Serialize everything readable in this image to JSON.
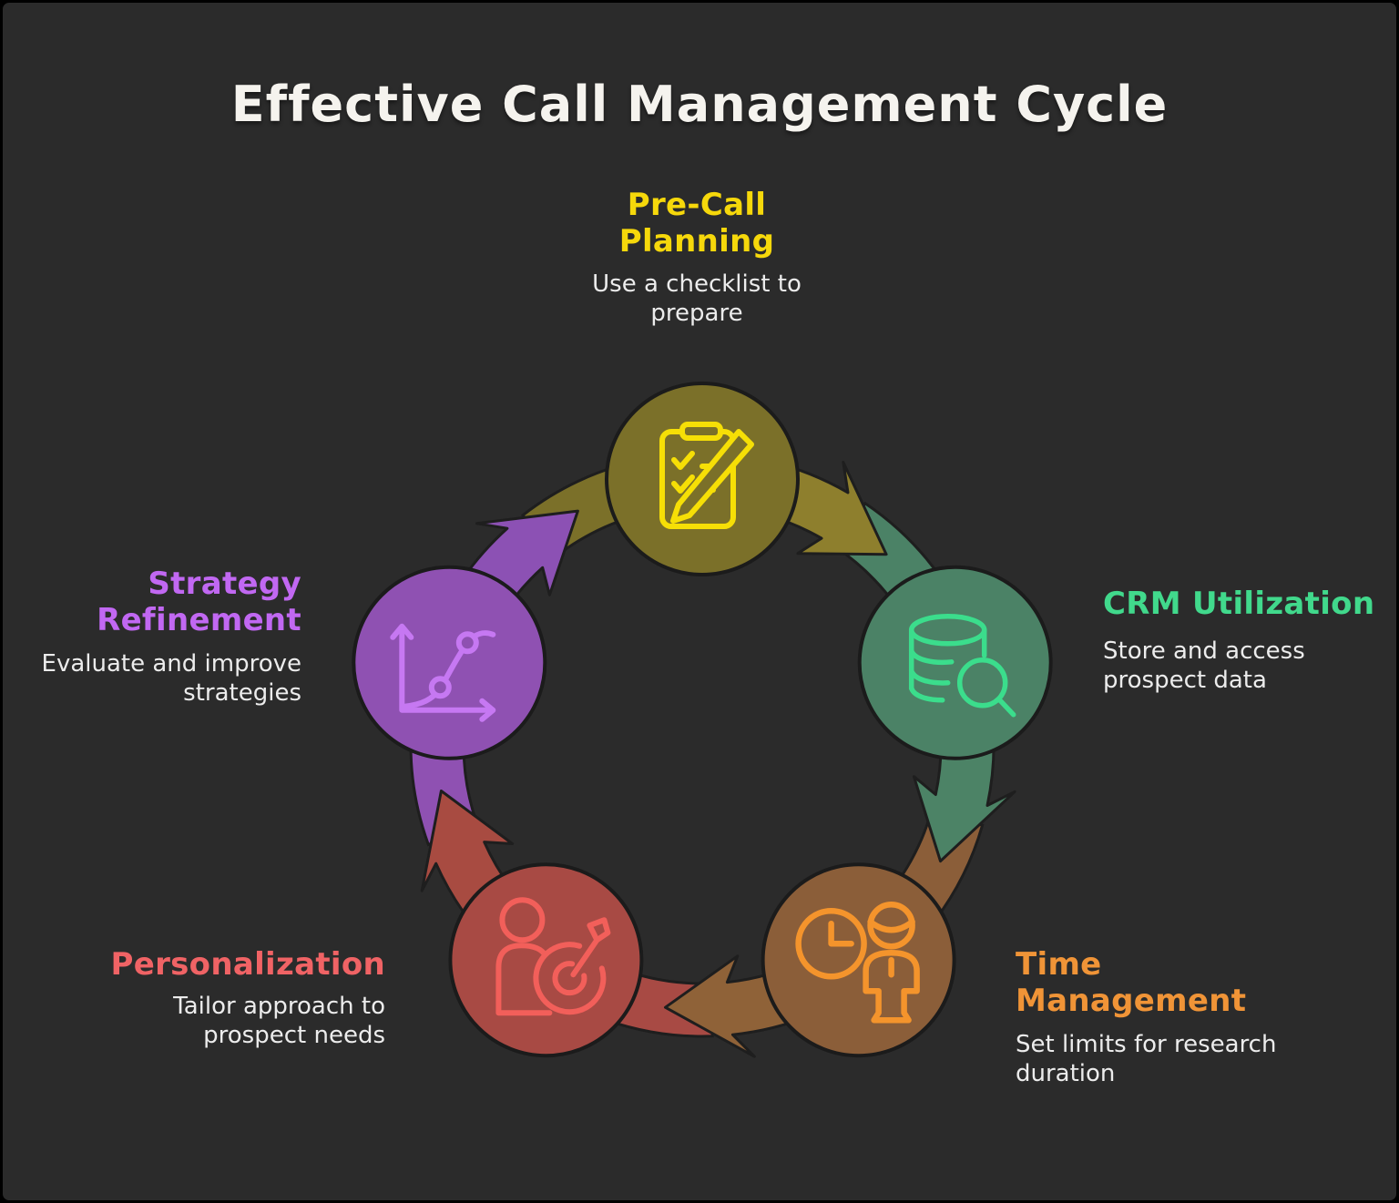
{
  "title": "Effective Call Management Cycle",
  "canvas": {
    "background": "#2B2B2B",
    "border": "#000000",
    "title_color": "#F5F3EE",
    "description_color": "#ECECEC",
    "flow_direction": "clockwise"
  },
  "nodes": [
    {
      "id": "pre-call-planning",
      "title": "Pre-Call\nPlanning",
      "description": "Use a checklist to\nprepare",
      "title_color": "#F6D80B",
      "circle_color": "#7B7029",
      "arrow_color": "#8E7F2D",
      "icon": "clipboard-checklist-icon",
      "icon_color": "#F6DF06"
    },
    {
      "id": "crm-utilization",
      "title": "CRM Utilization",
      "description": "Store and access\nprospect data",
      "title_color": "#41D98C",
      "circle_color": "#4B8266",
      "arrow_color": "#4C8366",
      "icon": "database-search-icon",
      "icon_color": "#3BDD8C"
    },
    {
      "id": "time-management",
      "title": "Time\nManagement",
      "description": "Set limits for research\nduration",
      "title_color": "#F09437",
      "circle_color": "#8B5E39",
      "arrow_color": "#8F6238",
      "icon": "clock-person-icon",
      "icon_color": "#F4942C"
    },
    {
      "id": "personalization",
      "title": "Personalization",
      "description": "Tailor approach to\nprospect needs",
      "title_color": "#F06365",
      "circle_color": "#A84A44",
      "arrow_color": "#A84B41",
      "icon": "person-target-icon",
      "icon_color": "#F25F5A"
    },
    {
      "id": "strategy-refinement",
      "title": "Strategy\nRefinement",
      "description": "Evaluate and improve\nstrategies",
      "title_color": "#C168F2",
      "circle_color": "#8F51B2",
      "arrow_color": "#8C51B4",
      "icon": "chart-growth-icon",
      "icon_color": "#C678F2"
    }
  ]
}
